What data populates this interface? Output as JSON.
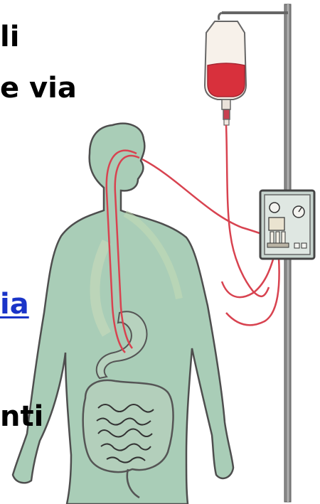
{
  "text_fragments": {
    "line1": "li",
    "line2": "e via",
    "link": "ia",
    "line4": "nti"
  },
  "colors": {
    "body_fill": "#a9cdb7",
    "body_outline": "#555555",
    "tube": "#d84350",
    "pole": "#7f7f7f",
    "bag_fluid": "#d8303c",
    "pump_fill": "#c8d5cf",
    "link": "#1a34c8"
  },
  "icons": {
    "iv_bag": "iv-bag-icon",
    "infusion_pump": "infusion-pump-icon",
    "iv_pole": "iv-pole-icon"
  }
}
